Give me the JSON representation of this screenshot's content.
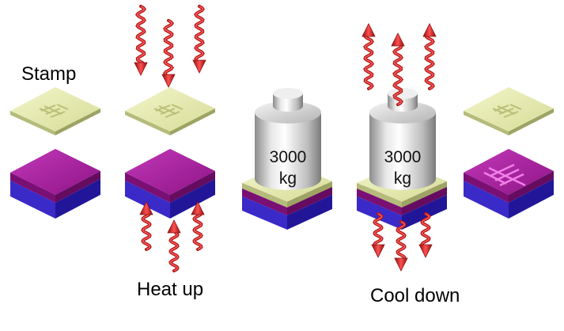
{
  "labels": {
    "stamp": "Stamp",
    "heat_up": "Heat up",
    "cool_down": "Cool down"
  },
  "weights": [
    {
      "mass": "3000",
      "unit": "kg"
    },
    {
      "mass": "3000",
      "unit": "kg"
    }
  ],
  "colors": {
    "stamp": "#e9edb4",
    "substrate_top": "#b020a8",
    "substrate_base": "#2a18b0",
    "arrow": "#d42828",
    "weight": "#cfcfcf"
  }
}
